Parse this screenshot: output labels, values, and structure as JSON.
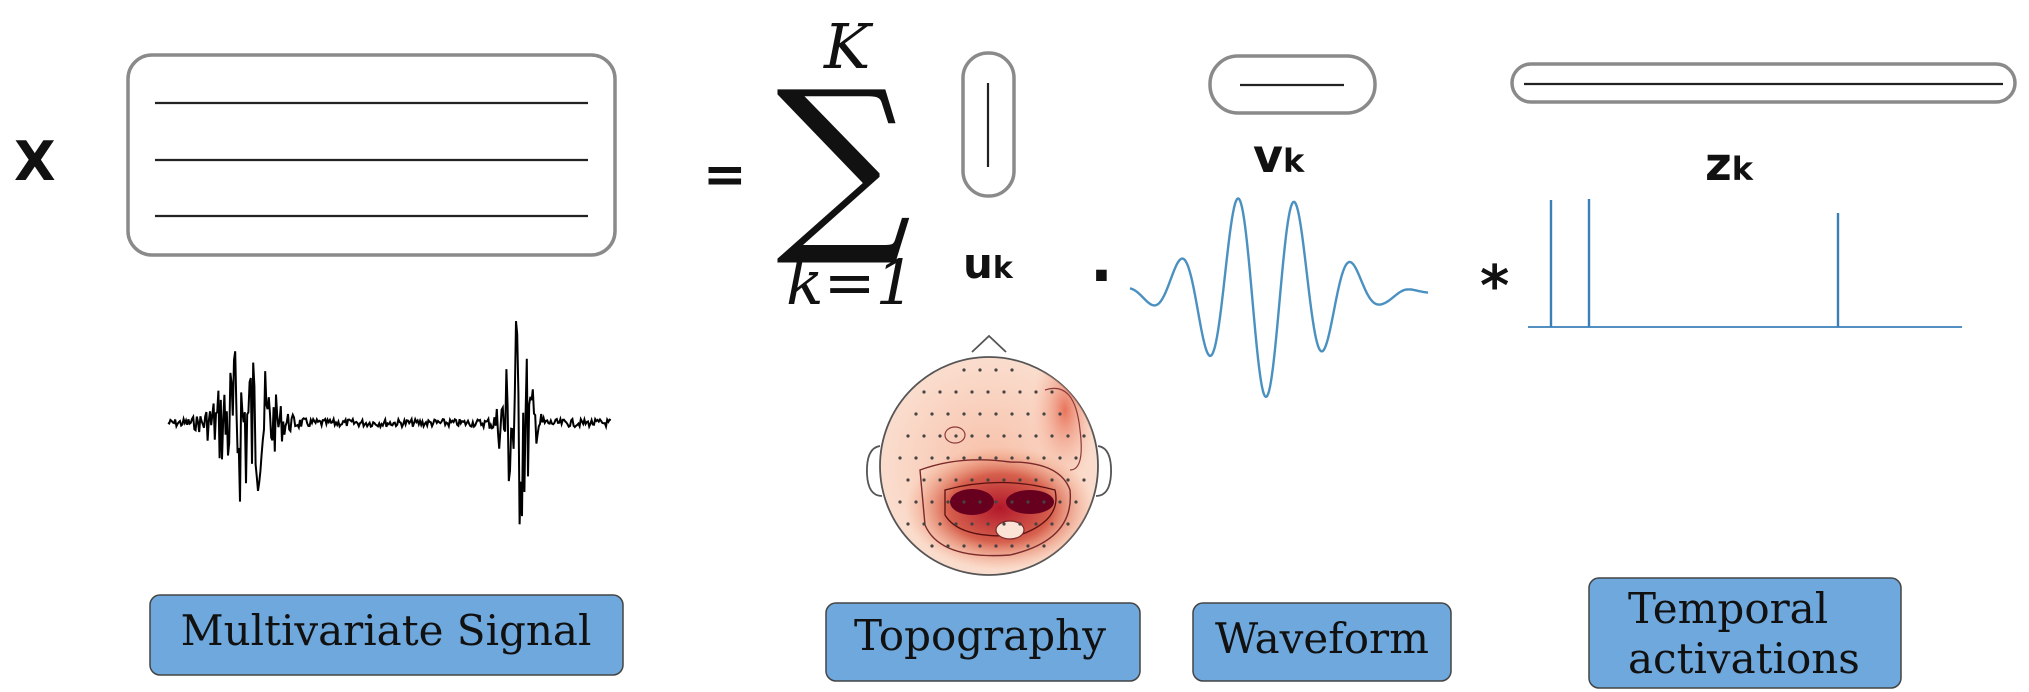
{
  "symbols": {
    "x": "X",
    "equals": "=",
    "sum_upper": "K",
    "sum_sign": "∑",
    "sum_lower": "k=1",
    "u": "u",
    "u_sub": "k",
    "v": "v",
    "v_sub": "k",
    "z": "z",
    "z_sub": "k",
    "dot": "·",
    "conv": "*"
  },
  "labels": {
    "signal": "Multivariate Signal",
    "topography": "Topography",
    "waveform": "Waveform",
    "temporal_line1": "Temporal",
    "temporal_line2": "activations"
  },
  "colors": {
    "label_fill": "#6fa8dc",
    "signal": "#000000",
    "waveform": "#4a90c0",
    "activation": "#3b7fb8",
    "topo_high": "#b2182b"
  }
}
